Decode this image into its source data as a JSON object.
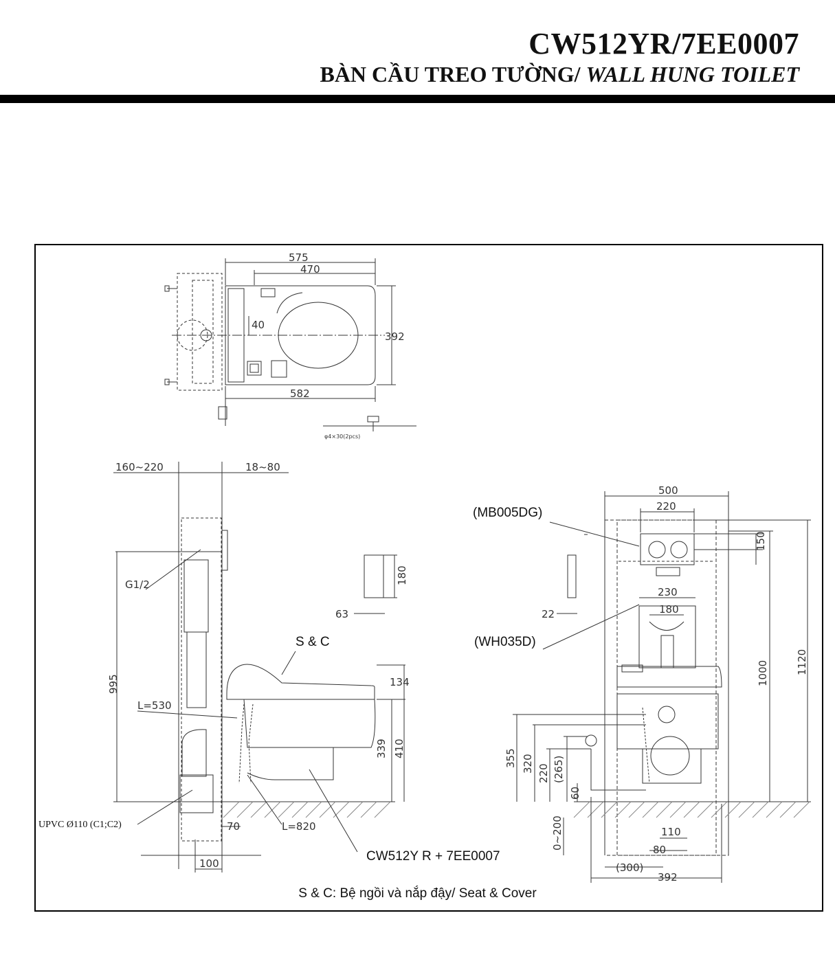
{
  "header": {
    "model": "CW512YR/7EE0007",
    "subtitle_vn": "BÀN CẦU TREO TƯỜNG/ ",
    "subtitle_en": "WALL HUNG TOILET"
  },
  "drawing": {
    "top_view": {
      "dim_575": "575",
      "dim_470": "470",
      "dim_392": "392",
      "dim_40": "40",
      "dim_582": "582",
      "screw_note": "φ4×30(2pcs)"
    },
    "side_view": {
      "dim_160_220": "160~220",
      "dim_18_80": "18~80",
      "g12": "G1/2",
      "dim_995": "995",
      "l530": "L=530",
      "sc": "S & C",
      "dim_134": "134",
      "dim_339": "339",
      "dim_410": "410",
      "dim_70": "70",
      "l820": "L=820",
      "dim_100": "100",
      "upvc": "UPVC Ø110 (C1;C2)",
      "model_label": "CW512Y R + 7EE0007",
      "remote_180": "180",
      "remote_63": "63"
    },
    "front_view": {
      "mb005dg": "(MB005DG)",
      "wh035d": "(WH035D)",
      "dim_500": "500",
      "dim_220": "220",
      "dim_150": "150",
      "dim_230": "230",
      "dim_180": "180",
      "dim_22": "22",
      "dim_1000": "1000",
      "dim_1120": "1120",
      "dim_355": "355",
      "dim_320": "320",
      "dim_220b": "220",
      "dim_265": "(265)",
      "dim_60": "60",
      "dim_0_200": "0~200",
      "dim_110": "110",
      "dim_80": "80",
      "dim_300": "(300)",
      "dim_392": "392"
    },
    "caption": "S & C: Bệ ngồi và nắp đậy/ Seat & Cover"
  }
}
